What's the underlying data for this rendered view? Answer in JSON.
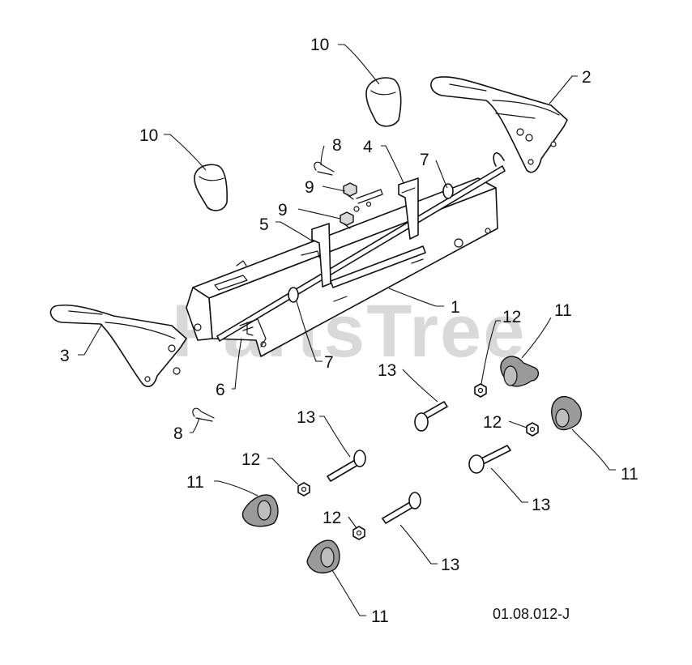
{
  "watermark": "PartsTree",
  "drawing_number": "01.08.012-J",
  "callouts": {
    "c1": "1",
    "c2": "2",
    "c3": "3",
    "c4": "4",
    "c5": "5",
    "c6": "6",
    "c7a": "7",
    "c7b": "7",
    "c8a": "8",
    "c8b": "8",
    "c9a": "9",
    "c9b": "9",
    "c10a": "10",
    "c10b": "10",
    "c11a": "11",
    "c11b": "11",
    "c11c": "11",
    "c11d": "11",
    "c12a": "12",
    "c12b": "12",
    "c12c": "12",
    "c12d": "12",
    "c13a": "13",
    "c13b": "13",
    "c13c": "13",
    "c13d": "13"
  }
}
